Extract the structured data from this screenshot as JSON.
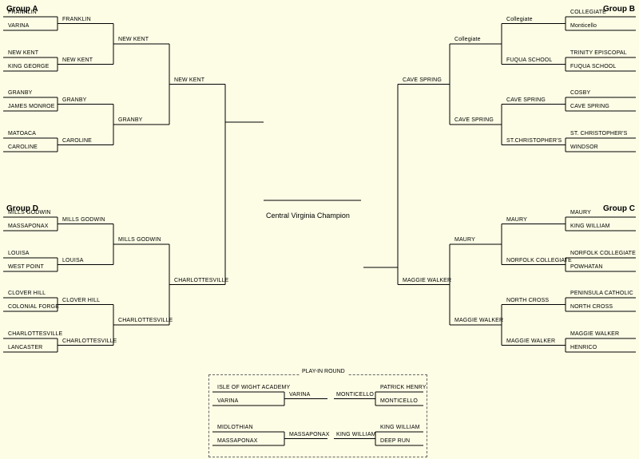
{
  "groups": {
    "a": "Group A",
    "b": "Group B",
    "c": "Group C",
    "d": "Group D"
  },
  "champion_label": "Central Virginia Champion",
  "playin": {
    "title": "PLAY-IN ROUND",
    "m1": [
      "ISLE OF WIGHT ACADEMY",
      "VARINA"
    ],
    "m1_winner": "VARINA",
    "m2": [
      "PATRICK HENRY",
      "MONTICELLO"
    ],
    "m2_winner": "MONTICELLO",
    "m3": [
      "MIDLOTHIAN",
      "MASSAPONAX"
    ],
    "m3_winner": "MASSAPONAX",
    "m4": [
      "KING WILLIAM",
      "DEEP RUN"
    ],
    "m4_winner": "KING WILLIAM"
  },
  "left": {
    "r1": [
      [
        "FRANKLIN",
        "VARINA"
      ],
      [
        "NEW KENT",
        "KING GEORGE"
      ],
      [
        "GRANBY",
        "JAMES MONROE"
      ],
      [
        "MATOACA",
        "CAROLINE"
      ],
      [
        "MILLS GODWIN",
        "MASSAPONAX"
      ],
      [
        "LOUISA",
        "WEST POINT"
      ],
      [
        "CLOVER HILL",
        "COLONIAL FORGE"
      ],
      [
        "CHARLOTTESVILLE",
        "LANCASTER"
      ]
    ],
    "r2": [
      "FRANKLIN",
      "NEW KENT",
      "GRANBY",
      "CAROLINE",
      "MILLS GODWIN",
      "LOUISA",
      "CLOVER HILL",
      "CHARLOTTESVILLE"
    ],
    "r3": [
      "NEW KENT",
      "GRANBY",
      "MILLS GODWIN",
      "CHARLOTTESVILLE"
    ],
    "r4": [
      "NEW KENT",
      "CHARLOTTESVILLE"
    ]
  },
  "right": {
    "r1": [
      [
        "COLLEGIATE",
        "Monticello"
      ],
      [
        "TRINITY EPISCOPAL",
        "FUQUA SCHOOL"
      ],
      [
        "COSBY",
        "CAVE SPRING"
      ],
      [
        "ST. CHRISTOPHER'S",
        "WINDSOR"
      ],
      [
        "MAURY",
        "KING WILLIAM"
      ],
      [
        "NORFOLK COLLEGIATE",
        "POWHATAN"
      ],
      [
        "PENINSULA CATHOLIC",
        "NORTH CROSS"
      ],
      [
        "MAGGIE WALKER",
        "HENRICO"
      ]
    ],
    "r2": [
      "Collegiate",
      "FUQUA SCHOOL",
      "CAVE SPRING",
      "ST.CHRISTOPHER'S",
      "MAURY",
      "NORFOLK COLLEGIATE",
      "NORTH CROSS",
      "MAGGIE WALKER"
    ],
    "r3": [
      "Collegiate",
      "CAVE SPRING",
      "MAURY",
      "MAGGIE WALKER"
    ],
    "r4": [
      "CAVE SPRING",
      "MAGGIE WALKER"
    ]
  }
}
